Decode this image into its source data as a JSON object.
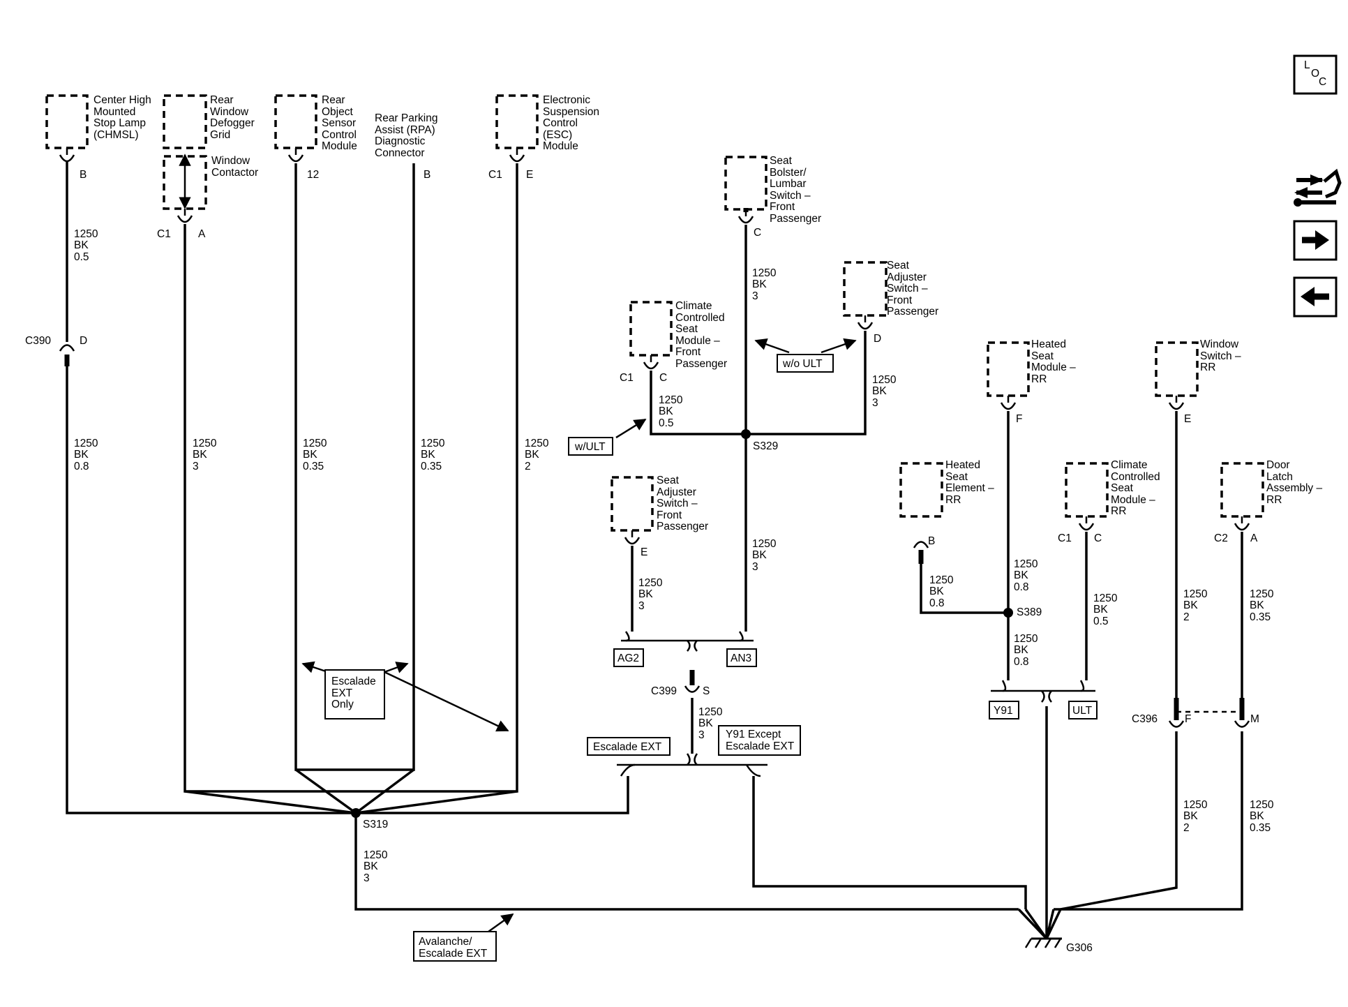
{
  "nav": {
    "loc": [
      "L",
      "O",
      "C"
    ],
    "connector_icon": "connector-end-view-icon",
    "next_icon": "right-arrow-icon",
    "prev_icon": "left-arrow-icon"
  },
  "components": {
    "chmsl": [
      "Center High",
      "Mounted",
      "Stop Lamp",
      "(CHMSL)"
    ],
    "defogger": [
      "Rear",
      "Window",
      "Defogger",
      "Grid"
    ],
    "window_contactor": [
      "Window",
      "Contactor"
    ],
    "obj_sensor": [
      "Rear",
      "Object",
      "Sensor",
      "Control",
      "Module"
    ],
    "rpa": [
      "Rear Parking",
      "Assist (RPA)",
      "Diagnostic",
      "Connector"
    ],
    "esc": [
      "Electronic",
      "Suspension",
      "Control",
      "(ESC)",
      "Module"
    ],
    "lumbar": [
      "Seat",
      "Bolster/",
      "Lumbar",
      "Switch –",
      "Front",
      "Passenger"
    ],
    "seat_adj_top": [
      "Seat",
      "Adjuster",
      "Switch –",
      "Front",
      "Passenger"
    ],
    "climate_front": [
      "Climate",
      "Controlled",
      "Seat",
      "Module –",
      "Front",
      "Passenger"
    ],
    "seat_adj_low": [
      "Seat",
      "Adjuster",
      "Switch –",
      "Front",
      "Passenger"
    ],
    "heated_mod_rr": [
      "Heated",
      "Seat",
      "Module –",
      "RR"
    ],
    "window_sw_rr": [
      "Window",
      "Switch –",
      "RR"
    ],
    "heated_elem_rr": [
      "Heated",
      "Seat",
      "Element –",
      "RR"
    ],
    "climate_rr": [
      "Climate",
      "Controlled",
      "Seat",
      "Module –",
      "RR"
    ],
    "door_latch_rr": [
      "Door",
      "Latch",
      "Assembly –",
      "RR"
    ]
  },
  "pins": {
    "chmsl": "B",
    "defog_conn": "C1",
    "defog_pin": "A",
    "obj": "12",
    "rpa": "B",
    "esc_conn": "C1",
    "esc_pin": "E",
    "c390": "C390",
    "c390_pin": "D",
    "lumbar": "C",
    "seat_adj_top": "D",
    "climate_conn": "C1",
    "climate_pin": "C",
    "seat_adj_low": "E",
    "heated_mod": "F",
    "window_sw": "E",
    "heated_elem": "B",
    "climate_rr_conn": "C1",
    "climate_rr_pin": "C",
    "door_conn": "C2",
    "door_pin": "A",
    "c399": "C399",
    "c399_pin": "S",
    "c396": "C396",
    "c396_f": "F",
    "c396_m": "M"
  },
  "wires": {
    "chmsl_top": [
      "1250",
      "BK",
      "0.5"
    ],
    "chmsl_low": [
      "1250",
      "BK",
      "0.8"
    ],
    "defog": [
      "1250",
      "BK",
      "3"
    ],
    "obj": [
      "1250",
      "BK",
      "0.35"
    ],
    "rpa": [
      "1250",
      "BK",
      "0.35"
    ],
    "esc": [
      "1250",
      "BK",
      "2"
    ],
    "lumbar": [
      "1250",
      "BK",
      "3"
    ],
    "seat_adj_top": [
      "1250",
      "BK",
      "3"
    ],
    "climate_front": [
      "1250",
      "BK",
      "0.5"
    ],
    "s329_down": [
      "1250",
      "BK",
      "3"
    ],
    "seat_adj_low": [
      "1250",
      "BK",
      "3"
    ],
    "c399_down": [
      "1250",
      "BK",
      "3"
    ],
    "s319_down": [
      "1250",
      "BK",
      "3"
    ],
    "heated_mod": [
      "1250",
      "BK",
      "0.8"
    ],
    "heated_elem": [
      "1250",
      "BK",
      "0.8"
    ],
    "s389_down": [
      "1250",
      "BK",
      "0.8"
    ],
    "climate_rr": [
      "1250",
      "BK",
      "0.5"
    ],
    "window_sw_top": [
      "1250",
      "BK",
      "2"
    ],
    "door_top": [
      "1250",
      "BK",
      "0.35"
    ],
    "window_sw_low": [
      "1250",
      "BK",
      "2"
    ],
    "door_low": [
      "1250",
      "BK",
      "0.35"
    ]
  },
  "splices": {
    "s319": "S319",
    "s329": "S329",
    "s389": "S389",
    "g306": "G306"
  },
  "options": {
    "wo_ult": "w/o ULT",
    "w_ult": "w/ULT",
    "escalade_only": [
      "Escalade",
      "EXT",
      "Only"
    ],
    "ag2": "AG2",
    "an3": "AN3",
    "escalade_ext": "Escalade EXT",
    "y91_except": [
      "Y91 Except",
      "Escalade EXT"
    ],
    "y91": "Y91",
    "ult": "ULT",
    "avalanche": [
      "Avalanche/",
      "Escalade EXT"
    ]
  }
}
